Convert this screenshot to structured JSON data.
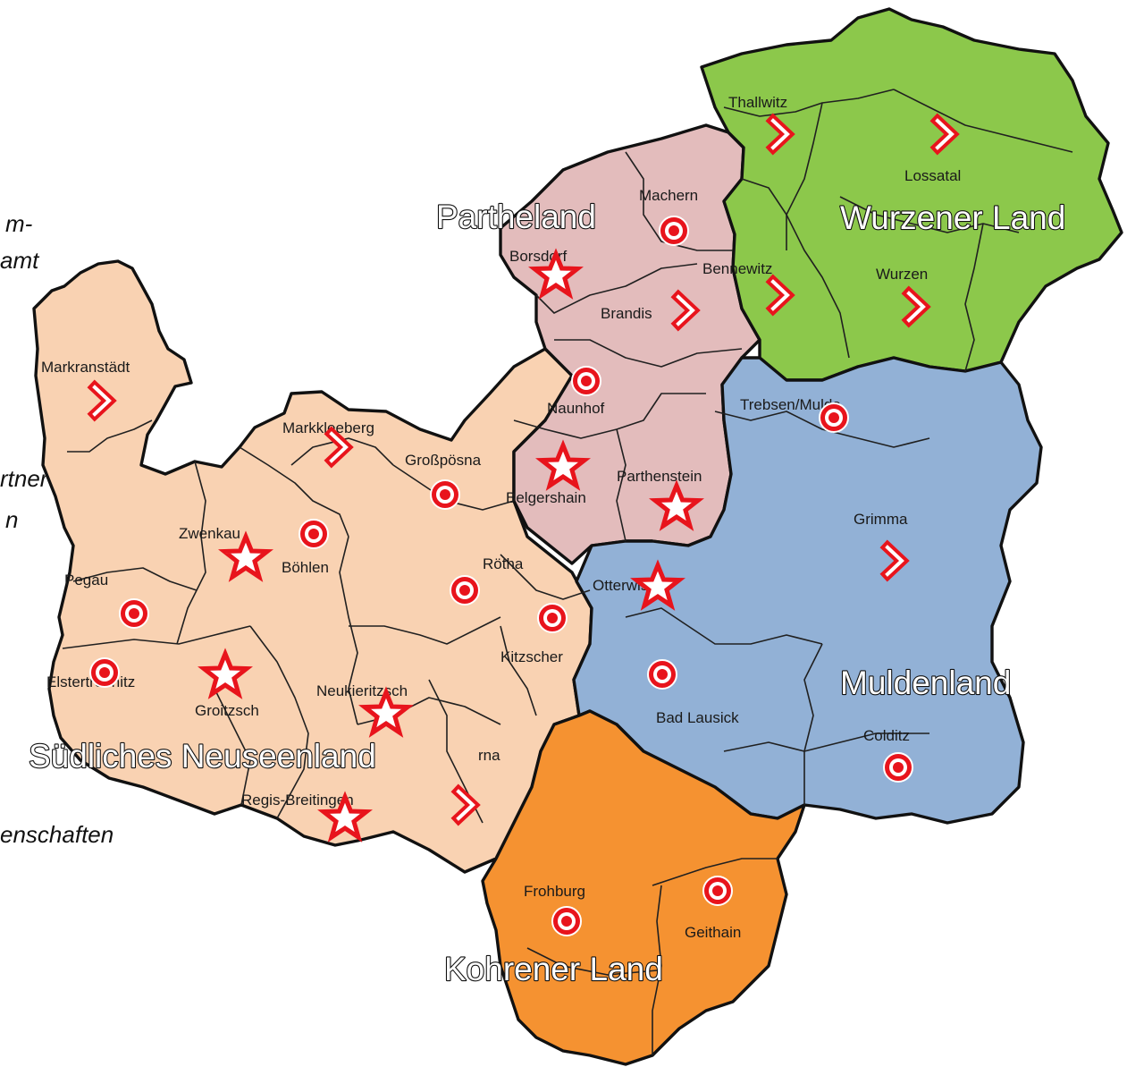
{
  "legend_fragments": [
    {
      "id": "frag1",
      "text": "m-"
    },
    {
      "id": "frag2",
      "text": "amt"
    },
    {
      "id": "frag3",
      "text": "rtner"
    },
    {
      "id": "frag4",
      "text": "n"
    },
    {
      "id": "frag5",
      "text": "enschaften"
    }
  ],
  "regions": [
    {
      "id": "partheland",
      "label": "Partheland",
      "color": "#e3bcbc"
    },
    {
      "id": "wurzener-land",
      "label": "Wurzener Land",
      "color": "#8cc84b"
    },
    {
      "id": "muldenland",
      "label": "Muldenland",
      "color": "#92b1d6"
    },
    {
      "id": "suedliches-neuseenland",
      "label": "Südliches Neuseenland",
      "color": "#f9d2b2"
    },
    {
      "id": "kohrener-land",
      "label": "Kohrener Land",
      "color": "#f59231"
    }
  ],
  "municipalities": [
    {
      "id": "markranstaedt",
      "label": "Markranstädt",
      "marker": "chevron"
    },
    {
      "id": "markkleeberg",
      "label": "Markkleeberg",
      "marker": "chevron"
    },
    {
      "id": "grosspoesna",
      "label": "Großpösna",
      "marker": "target"
    },
    {
      "id": "zwenkau",
      "label": "Zwenkau",
      "marker": "star"
    },
    {
      "id": "boehlen",
      "label": "Böhlen",
      "marker": "target"
    },
    {
      "id": "pegau",
      "label": "Pegau",
      "marker": "target"
    },
    {
      "id": "elstertrebnitz",
      "label": "Elstertrebnitz",
      "marker": "target"
    },
    {
      "id": "groitzsch",
      "label": "Groitzsch",
      "marker": "star"
    },
    {
      "id": "neukieritzsch",
      "label": "Neukieritzsch",
      "marker": "star"
    },
    {
      "id": "regis-breitingen",
      "label": "Regis-Breitingen",
      "marker": "star"
    },
    {
      "id": "borna",
      "label": "rna",
      "marker": "chevron"
    },
    {
      "id": "roetha",
      "label": "Rötha",
      "marker": "target"
    },
    {
      "id": "kitzscher",
      "label": "Kitzscher",
      "marker": "target"
    },
    {
      "id": "machern",
      "label": "Machern",
      "marker": "target"
    },
    {
      "id": "borsdorf",
      "label": "Borsdorf",
      "marker": "star"
    },
    {
      "id": "brandis",
      "label": "Brandis",
      "marker": "chevron"
    },
    {
      "id": "naunhof",
      "label": "Naunhof",
      "marker": "target"
    },
    {
      "id": "belgershain",
      "label": "Belgershain",
      "marker": "star"
    },
    {
      "id": "parthenstein",
      "label": "Parthenstein",
      "marker": "star"
    },
    {
      "id": "thallwitz",
      "label": "Thallwitz",
      "marker": "chevron"
    },
    {
      "id": "lossatal",
      "label": "Lossatal",
      "marker": "chevron"
    },
    {
      "id": "bennewitz",
      "label": "Bennewitz",
      "marker": "chevron"
    },
    {
      "id": "wurzen",
      "label": "Wurzen",
      "marker": "chevron"
    },
    {
      "id": "trebsen-mulde",
      "label": "Trebsen/Mulde",
      "marker": "target"
    },
    {
      "id": "grimma",
      "label": "Grimma",
      "marker": "chevron"
    },
    {
      "id": "otterwisch",
      "label": "Otterwisch",
      "marker": "star"
    },
    {
      "id": "bad-lausick",
      "label": "Bad Lausick",
      "marker": "target"
    },
    {
      "id": "colditz",
      "label": "Colditz",
      "marker": "target"
    },
    {
      "id": "frohburg",
      "label": "Frohburg",
      "marker": "target"
    },
    {
      "id": "geithain",
      "label": "Geithain",
      "marker": "target"
    }
  ],
  "marker_color": "#e8141c"
}
